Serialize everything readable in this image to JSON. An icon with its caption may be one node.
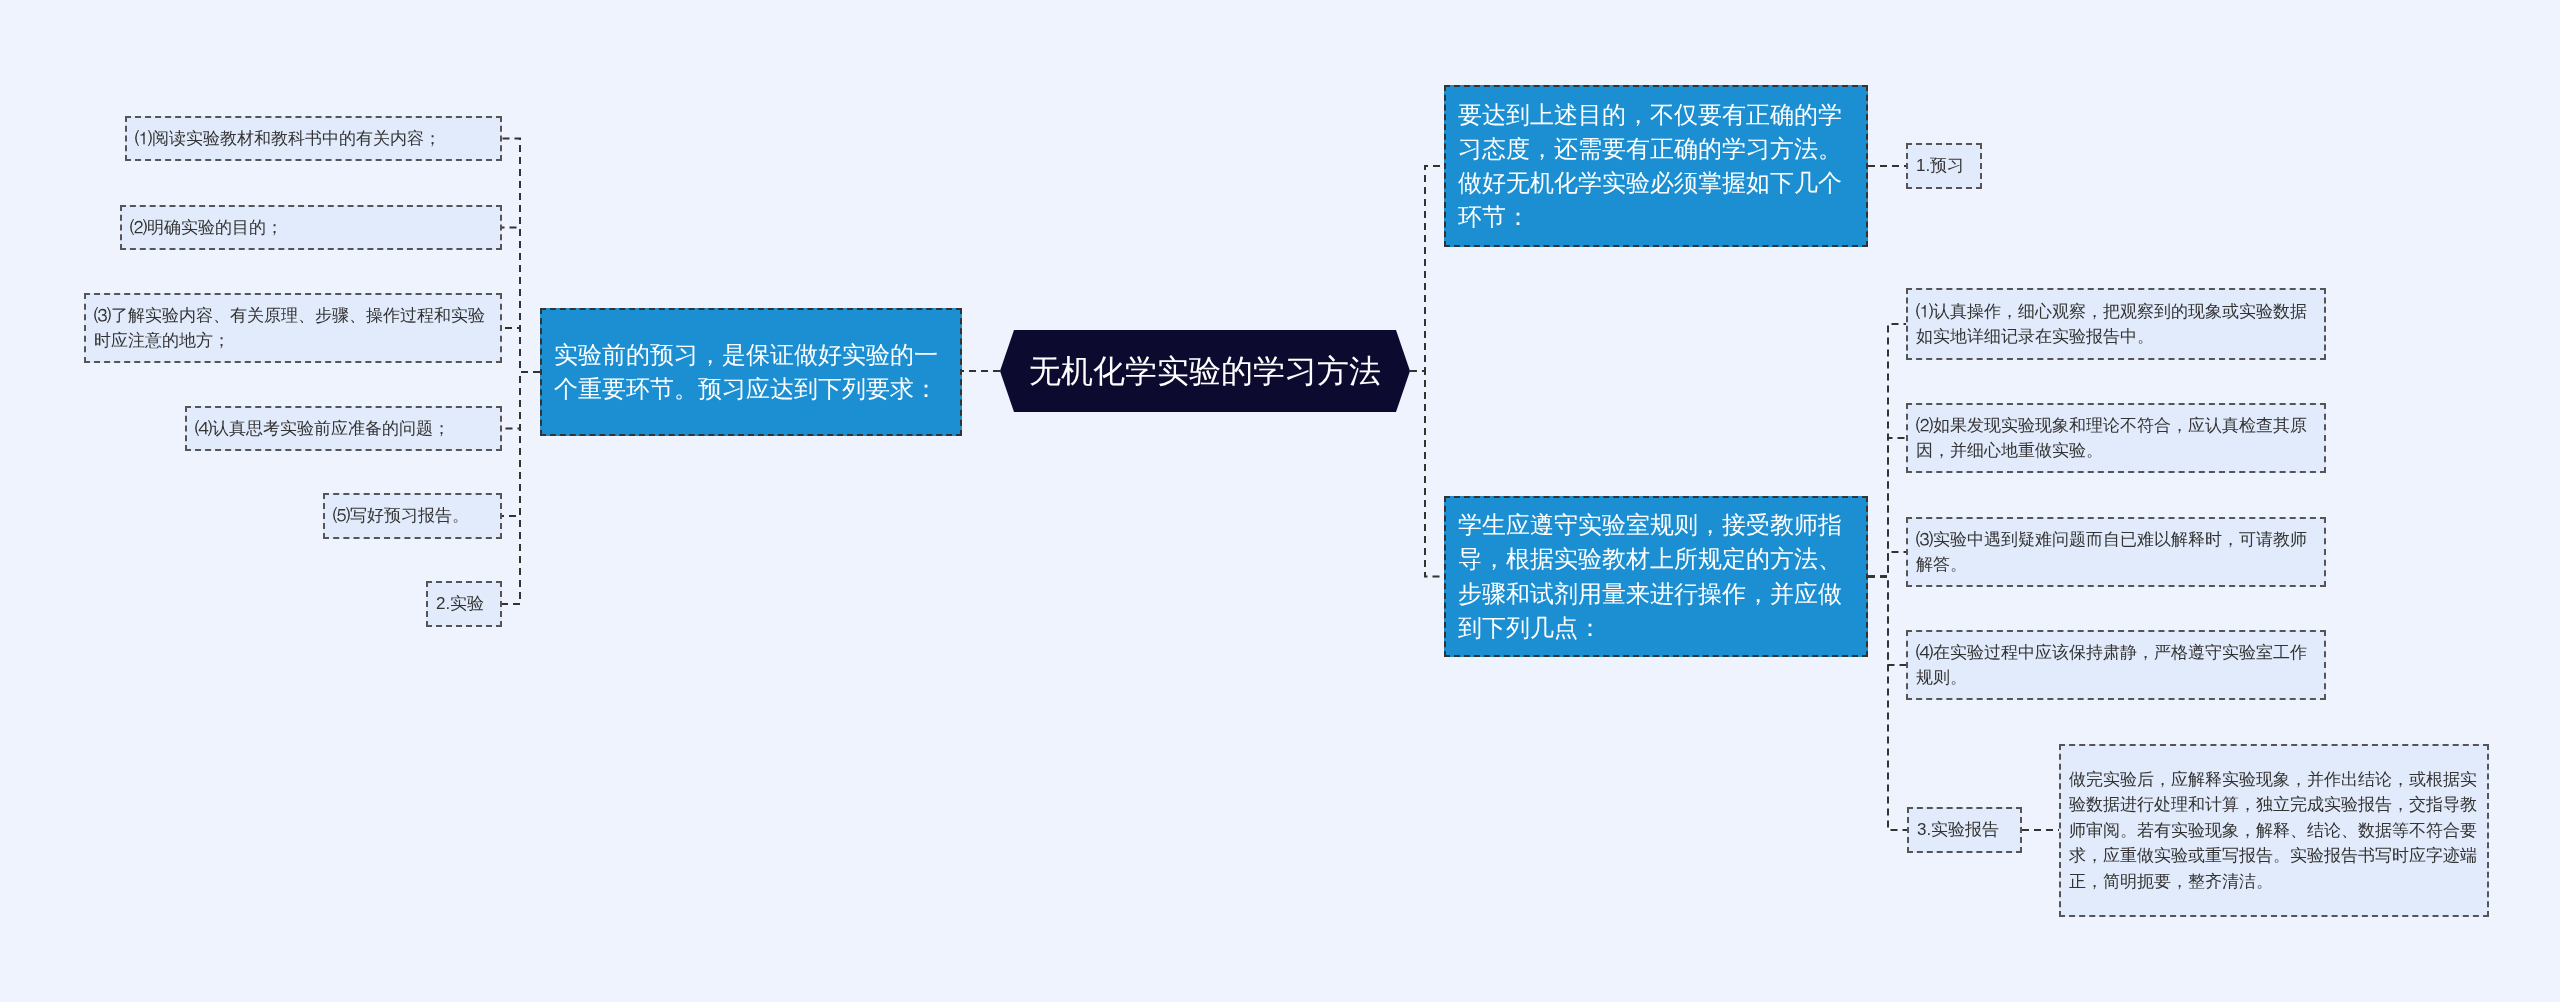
{
  "diagram": {
    "nodes": [
      {
        "text": [
          "无机化学实验的学习方法"
        ]
      },
      {
        "text": [
          "要达到上述目的，不仅要有正确的学习态度，还需要有正确的学习方法。做好无机化学实验必须掌握如下几个环节："
        ]
      },
      {
        "text": [
          "1.预习"
        ]
      },
      {
        "text": [
          "实验前的预习，是保证做好实验的一个重要环节。预习应达到下列要求："
        ]
      },
      {
        "text": [
          "⑴阅读实验教材和教科书中的有关内容；"
        ]
      },
      {
        "text": [
          "⑵明确实验的目的；"
        ]
      },
      {
        "text": [
          "⑶了解实验内容、有关原理、步骤、操作过程和实验时应注意的地方；"
        ]
      },
      {
        "text": [
          "⑷认真思考实验前应准备的问题；"
        ]
      },
      {
        "text": [
          "⑸写好预习报告。"
        ]
      },
      {
        "text": [
          "2.实验"
        ]
      },
      {
        "text": [
          "学生应遵守实验室规则，接受教师指导，根据实验教材上所规定的方法、步骤和试剂用量来进行操作，并应做到下列几点："
        ]
      },
      {
        "text": [
          "⑴认真操作，细心观察，把观察到的现象或实验数据如实地详细记录在实验报告中。"
        ]
      },
      {
        "text": [
          "⑵如果发现实验现象和理论不符合，应认真检查其原因，并细心地重做实验。"
        ]
      },
      {
        "text": [
          "⑶实验中遇到疑难问题而自已难以解释时，可请教师解答。"
        ]
      },
      {
        "text": [
          "⑷在实验过程中应该保持肃静，严格遵守实验室工作规则。"
        ]
      },
      {
        "text": [
          "3.实验报告"
        ]
      },
      {
        "text": [
          "做完实验后，应解释实验现象，并作出结论，或根据实验数据进行处理和计算，独立完成实验报告，交指导教师审阅。若有实验现象，解释、结论、数据等不符合要求，应重做实验或重写报告。实验报告书写时应字迹端正，简明扼要，整齐清洁。"
        ]
      }
    ],
    "edges": [
      {
        "from": 0,
        "to": 1,
        "arrow": "none",
        "style": "dashed"
      },
      {
        "from": 1,
        "to": 2,
        "arrow": "none",
        "style": "dashed"
      },
      {
        "from": 0,
        "to": 3,
        "arrow": "none",
        "style": "dashed"
      },
      {
        "from": 3,
        "to": 4,
        "arrow": "none",
        "style": "dashed"
      },
      {
        "from": 3,
        "to": 5,
        "arrow": "none",
        "style": "dashed"
      },
      {
        "from": 3,
        "to": 6,
        "arrow": "none",
        "style": "dashed"
      },
      {
        "from": 3,
        "to": 7,
        "arrow": "none",
        "style": "dashed"
      },
      {
        "from": 3,
        "to": 8,
        "arrow": "none",
        "style": "dashed"
      },
      {
        "from": 3,
        "to": 9,
        "arrow": "none",
        "style": "dashed"
      },
      {
        "from": 0,
        "to": 10,
        "arrow": "none",
        "style": "dashed"
      },
      {
        "from": 10,
        "to": 11,
        "arrow": "none",
        "style": "dashed"
      },
      {
        "from": 10,
        "to": 12,
        "arrow": "none",
        "style": "dashed"
      },
      {
        "from": 10,
        "to": 13,
        "arrow": "none",
        "style": "dashed"
      },
      {
        "from": 10,
        "to": 14,
        "arrow": "none",
        "style": "dashed"
      },
      {
        "from": 10,
        "to": 15,
        "arrow": "none",
        "style": "dashed"
      },
      {
        "from": 15,
        "to": 16,
        "arrow": "none",
        "style": "dashed"
      }
    ]
  }
}
